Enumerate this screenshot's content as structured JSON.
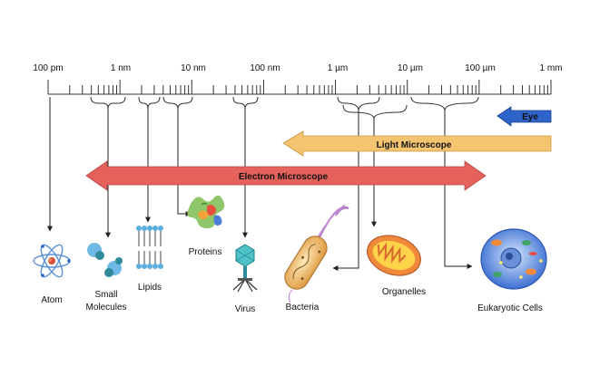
{
  "scale": {
    "labels": [
      "100 pm",
      "1 nm",
      "10 nm",
      "100 nm",
      "1 µm",
      "10 µm",
      "100 µm",
      "1 mm"
    ]
  },
  "ranges": {
    "eye": {
      "label": "Eye",
      "color": "#2e63c9"
    },
    "light": {
      "label": "Light Microscope",
      "color": "#f4c470"
    },
    "electron": {
      "label": "Electron Microscope",
      "color": "#e4615c"
    }
  },
  "items": {
    "atom": {
      "label": "Atom"
    },
    "small_molecules": {
      "label_line1": "Small",
      "label_line2": "Molecules"
    },
    "lipids": {
      "label": "Lipids"
    },
    "proteins": {
      "label": "Proteins"
    },
    "virus": {
      "label": "Virus"
    },
    "bacteria": {
      "label": "Bacteria"
    },
    "organelles": {
      "label": "Organelles"
    },
    "eukaryotic_cells": {
      "label": "Eukaryotic Cells"
    }
  }
}
